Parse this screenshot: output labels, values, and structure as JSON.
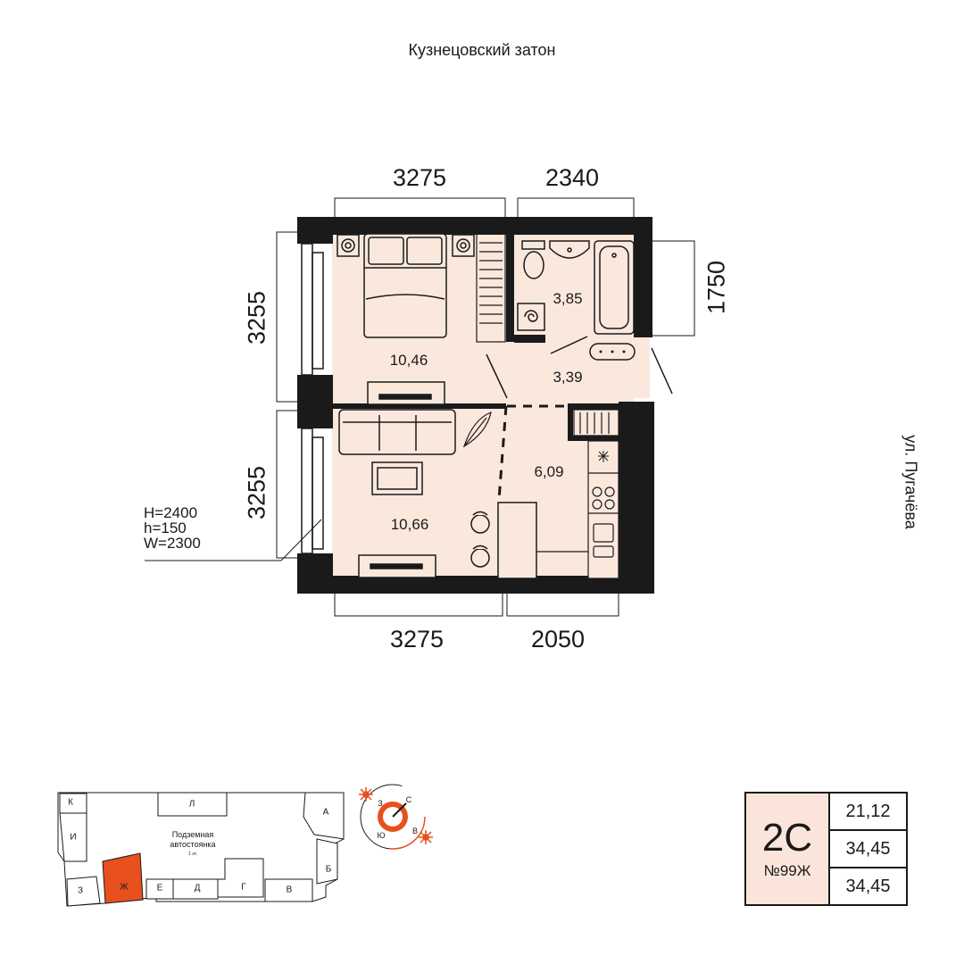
{
  "streets": {
    "top": "Кузнецовский затон",
    "right": "ул. Пугачёва"
  },
  "dimensions": {
    "top_left": "3275",
    "top_right": "2340",
    "right_side": "1750",
    "left_upper": "3255",
    "left_lower": "3255",
    "bottom_left": "3275",
    "bottom_right": "2050"
  },
  "rooms": {
    "bedroom": "10,46",
    "bathroom": "3,85",
    "hallway": "3,39",
    "living": "10,66",
    "kitchen": "6,09"
  },
  "window_spec": {
    "height": "H=2400",
    "sill": "h=150",
    "width": "W=2300"
  },
  "site_plan": {
    "sections": [
      "К",
      "Л",
      "А",
      "И",
      "Б",
      "З",
      "Ж",
      "Е",
      "Д",
      "Г",
      "В"
    ],
    "parking_title": "Подземная",
    "parking_title2": "автостоянка",
    "parking_level": "1 эт.",
    "highlight_color": "#e8501e"
  },
  "compass": {
    "north": "С",
    "west": "З",
    "south": "Ю",
    "east": "В"
  },
  "apartment": {
    "type": "2С",
    "number": "№99Ж",
    "area_living": "21,12",
    "area_total": "34,45",
    "area_total2": "34,45"
  },
  "colors": {
    "floor": "#fbe8dd",
    "wall": "#1a1a1a",
    "accent": "#e8501e"
  }
}
